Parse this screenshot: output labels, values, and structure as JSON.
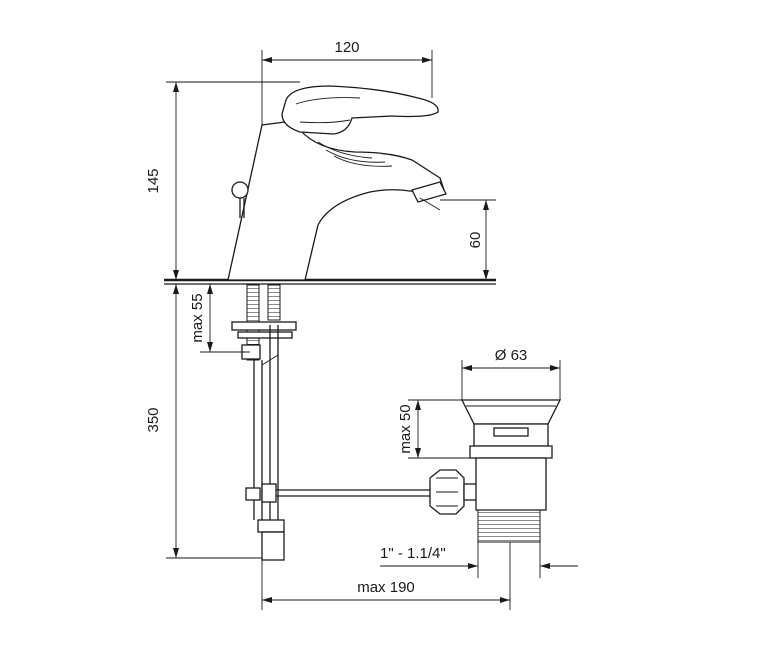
{
  "dimensions": {
    "width_top": "120",
    "height_total": "145",
    "spout_height": "60",
    "max_55": "max 55",
    "under_length": "350",
    "drain_diameter": "Ø 63",
    "max_50": "max 50",
    "thread": "1\" - 1.1/4\"",
    "max_190": "max 190"
  }
}
